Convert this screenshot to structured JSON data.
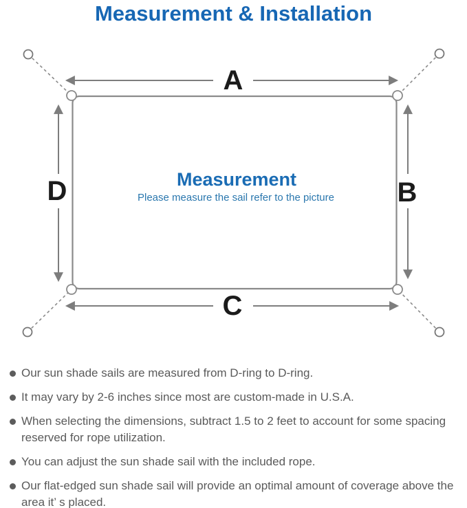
{
  "header": {
    "title": "Measurement & Installation"
  },
  "diagram": {
    "center_title": "Measurement",
    "center_subtitle": "Please measure the sail refer to the picture",
    "dimension_labels": {
      "top": "A",
      "right": "B",
      "bottom": "C",
      "left": "D"
    },
    "colors": {
      "accent_blue": "#1767b4",
      "center_title_blue": "#1a6cb4",
      "subtitle_blue": "#2a77ae",
      "line_gray": "#7d7d7d",
      "sail_border_gray": "#8a8a8a",
      "label_black": "#1b1b1b",
      "body_text_gray": "#5a5a5a"
    }
  },
  "notes": {
    "items": [
      "Our sun shade sails are measured from D-ring to D-ring.",
      "It may vary by 2-6 inches since most are custom-made in U.S.A.",
      "When selecting the dimensions, subtract 1.5 to 2 feet to account for some spacing reserved for rope utilization.",
      "You can adjust the sun shade sail with the included rope.",
      "Our flat-edged sun shade sail will provide an optimal amount of coverage above the area it’ s placed."
    ]
  }
}
